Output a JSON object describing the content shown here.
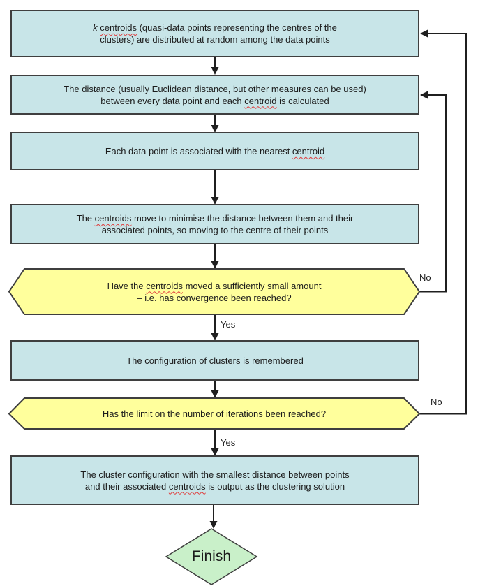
{
  "diagram": {
    "type": "flowchart",
    "colors": {
      "background": "#ffffff",
      "process_fill": "#c8e5e8",
      "decision_fill": "#ffff9c",
      "terminator_fill": "#c9f0c9",
      "node_border": "#3f3f3f",
      "line": "#1f1f1f",
      "misspell_underline": "#e03c3c"
    },
    "nodes": {
      "distribute_centroids": {
        "shape": "process",
        "segments": [
          {
            "t": "k",
            "i": true
          },
          {
            "t": " "
          },
          {
            "t": "centroids",
            "u": true
          },
          {
            "t": " (quasi-data points representing the centres of the\nclusters) are distributed at random among the data points"
          }
        ]
      },
      "calculate_distance": {
        "shape": "process",
        "segments": [
          {
            "t": "The distance (usually Euclidean distance, but other measures can be used)\nbetween every data point and each "
          },
          {
            "t": "centroid",
            "u": true
          },
          {
            "t": " is calculated"
          }
        ]
      },
      "associate_points": {
        "shape": "process",
        "segments": [
          {
            "t": "Each data point is associated with the nearest "
          },
          {
            "t": "centroid",
            "u": true
          }
        ]
      },
      "move_centroids": {
        "shape": "process",
        "segments": [
          {
            "t": "The "
          },
          {
            "t": "centroids",
            "u": true
          },
          {
            "t": " move to minimise the distance between them and their\nassociated points, so moving to the centre of their points"
          }
        ]
      },
      "convergence_check": {
        "shape": "decision",
        "segments": [
          {
            "t": "Have the "
          },
          {
            "t": "centroids",
            "u": true
          },
          {
            "t": " moved a sufficiently small amount\n– i.e. has convergence been reached?"
          }
        ]
      },
      "remember_configuration": {
        "shape": "process",
        "segments": [
          {
            "t": "The configuration of clusters is remembered"
          }
        ]
      },
      "iteration_limit_check": {
        "shape": "decision",
        "segments": [
          {
            "t": "Has the limit on the number of iterations been reached?"
          }
        ]
      },
      "output_solution": {
        "shape": "process",
        "segments": [
          {
            "t": "The cluster configuration with the smallest distance between points\nand their associated "
          },
          {
            "t": "centroids",
            "u": true
          },
          {
            "t": " is output as the clustering solution"
          }
        ]
      },
      "finish": {
        "shape": "terminator",
        "label": "Finish"
      }
    },
    "edge_labels": {
      "convergence_yes": "Yes",
      "convergence_no": "No",
      "iterations_yes": "Yes",
      "iterations_no": "No"
    }
  }
}
